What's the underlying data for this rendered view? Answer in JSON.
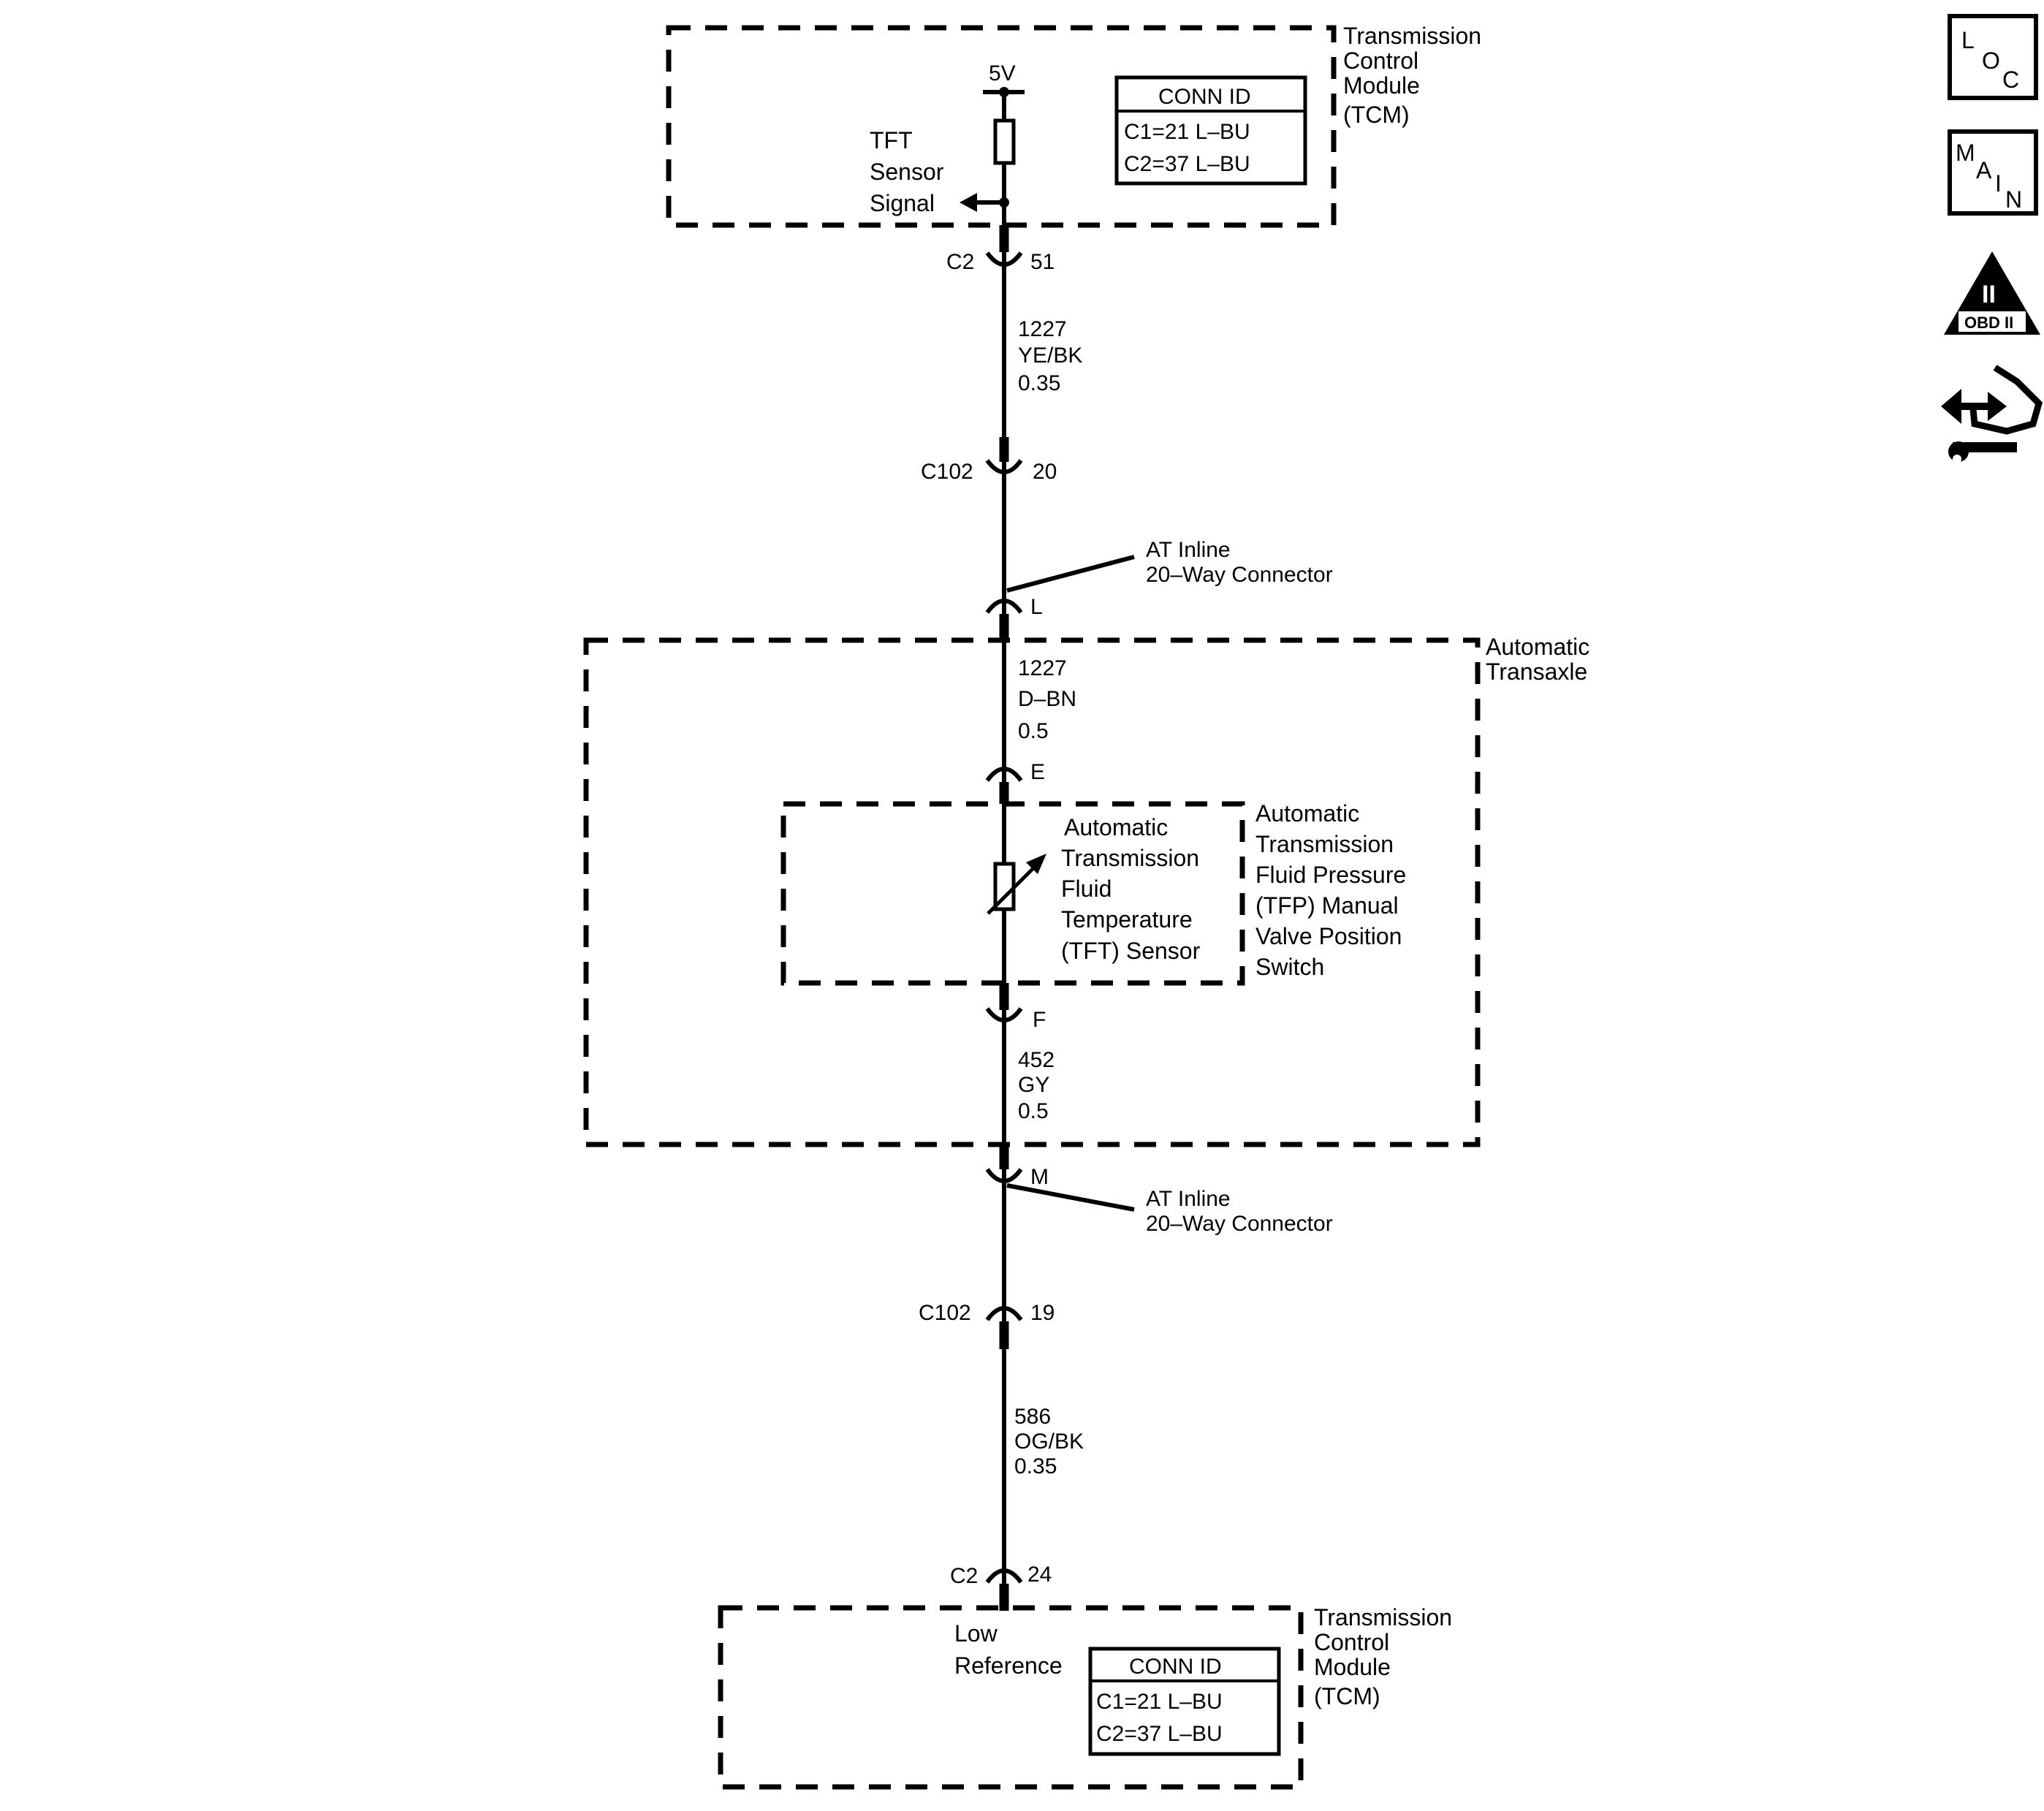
{
  "tcm_top": {
    "label": [
      "Transmission",
      "Control",
      "Module",
      "(TCM)"
    ],
    "supply": "5V",
    "signal_label": [
      "TFT",
      "Sensor",
      "Signal"
    ],
    "conn_id": {
      "header": "CONN ID",
      "rows": [
        "C1=21 L–BU",
        "C2=37 L–BU"
      ]
    }
  },
  "connectors": {
    "c2_top": {
      "name": "C2",
      "pin": "51"
    },
    "c102_top": {
      "name": "C102",
      "pin": "20"
    },
    "inline_L": {
      "pin": "L",
      "label": [
        "AT Inline",
        "20–Way Connector"
      ]
    },
    "pin_E": "E",
    "pin_F": "F",
    "inline_M": {
      "pin": "M",
      "label": [
        "AT Inline",
        "20–Way Connector"
      ]
    },
    "c102_bottom": {
      "name": "C102",
      "pin": "19"
    },
    "c2_bottom": {
      "name": "C2",
      "pin": "24"
    }
  },
  "wires": {
    "w1": [
      "1227",
      "YE/BK",
      "0.35"
    ],
    "w2": [
      "1227",
      "D–BN",
      "0.5"
    ],
    "w3": [
      "452",
      "GY",
      "0.5"
    ],
    "w4": [
      "586",
      "OG/BK",
      "0.35"
    ]
  },
  "transaxle": {
    "label": [
      "Automatic",
      "Transaxle"
    ],
    "sensor_label": [
      "Automatic",
      "Transmission",
      "Fluid",
      "Temperature",
      "(TFT) Sensor"
    ],
    "switch_label": [
      "Automatic",
      "Transmission",
      "Fluid Pressure",
      "(TFP) Manual",
      "Valve Position",
      "Switch"
    ]
  },
  "tcm_bottom": {
    "label": [
      "Transmission",
      "Control",
      "Module",
      "(TCM)"
    ],
    "ref_label": [
      "Low",
      "Reference"
    ],
    "conn_id": {
      "header": "CONN ID",
      "rows": [
        "C1=21 L–BU",
        "C2=37 L–BU"
      ]
    }
  },
  "side_icons": [
    {
      "name": "loc-icon",
      "letters": [
        "L",
        "O",
        "C"
      ]
    },
    {
      "name": "main-icon",
      "letters": [
        "M",
        "A",
        "I",
        "N"
      ]
    },
    {
      "name": "obd-ii-icon",
      "text": [
        "II",
        "OBD II"
      ]
    },
    {
      "name": "hand-wrench-icon"
    }
  ]
}
